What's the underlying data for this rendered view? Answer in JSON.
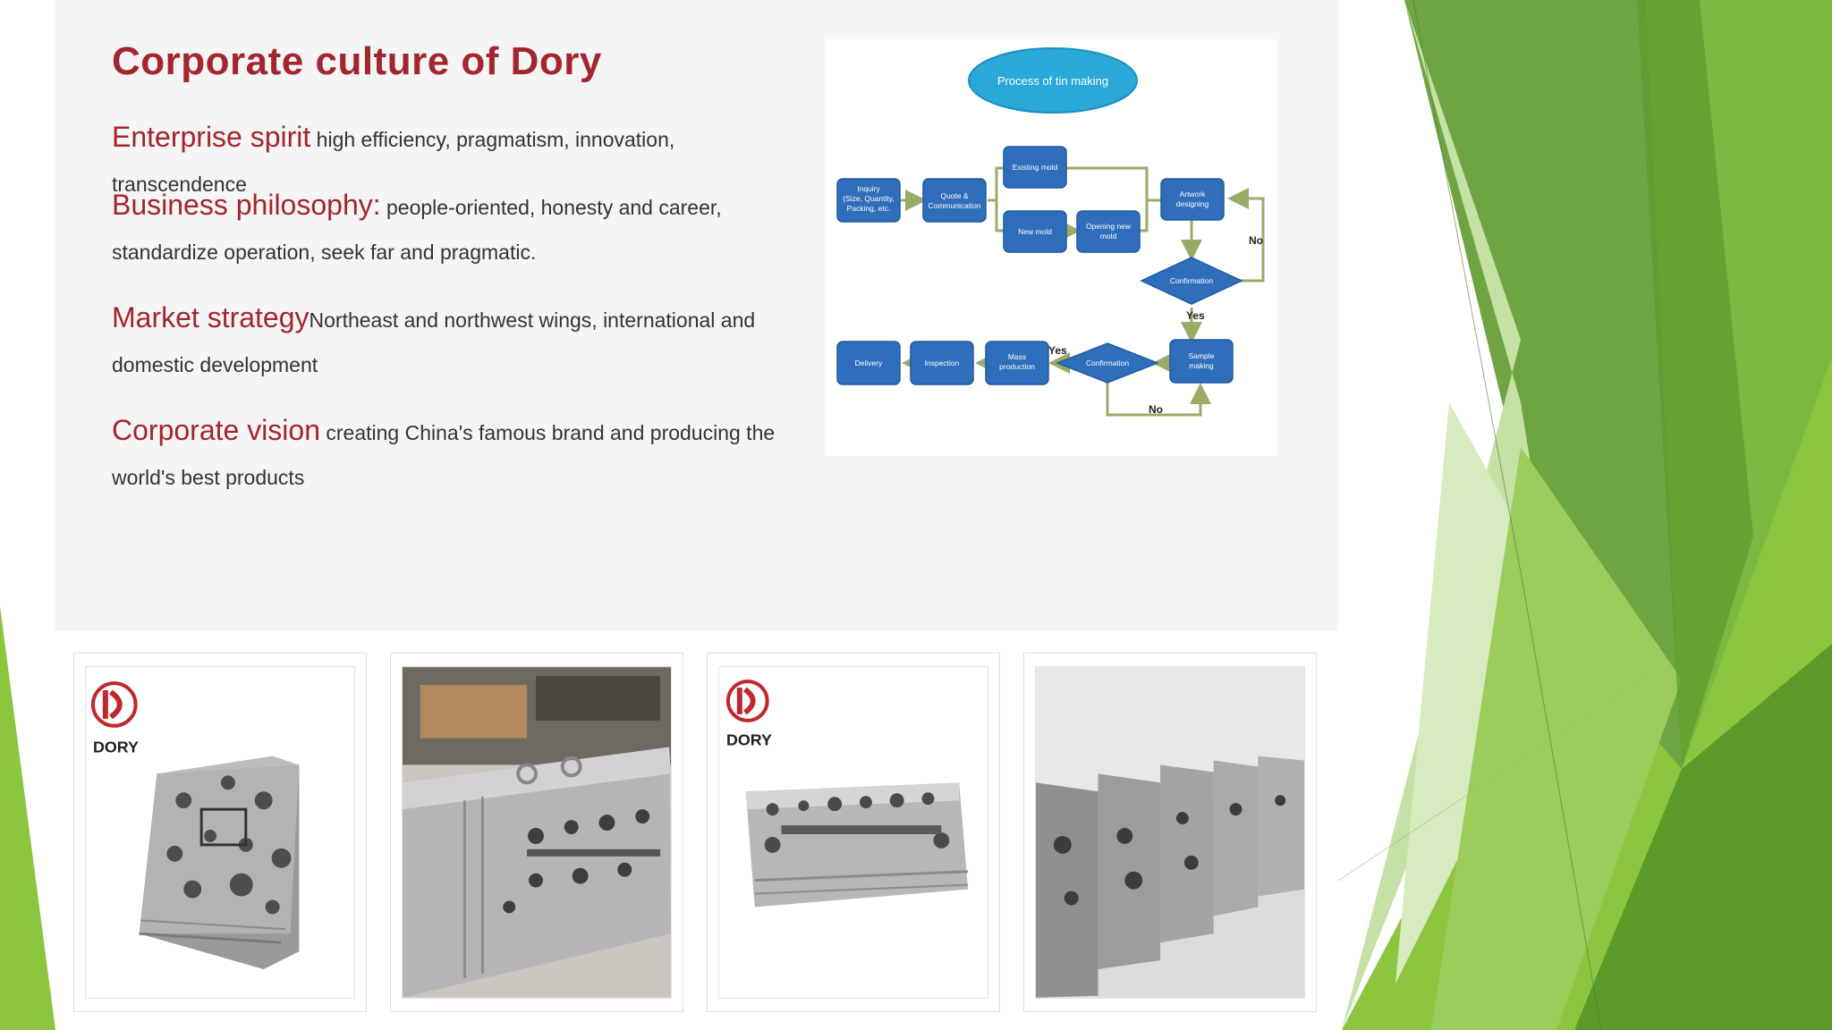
{
  "title": "Corporate culture of Dory",
  "paragraphs": [
    {
      "head": "Enterprise spirit",
      "body": " high efficiency, pragmatism, innovation, transcendence"
    },
    {
      "head": "Business philosophy:",
      "body": " people-oriented, honesty and career, standardize operation, seek far and pragmatic."
    },
    {
      "head": "Market strategy",
      "body": "Northeast and northwest wings, international and domestic development"
    },
    {
      "head": "Corporate vision",
      "body": " creating China's famous brand and producing the world's best products"
    }
  ],
  "flowchart": {
    "title": "Process of tin making",
    "boxes": {
      "inquiry": [
        "Inquiry",
        "(Size, Quantity,",
        "Packing, etc."
      ],
      "quote": [
        "Quote &",
        "Communication"
      ],
      "existing_mold": [
        "Existing mold"
      ],
      "new_mold": [
        "New mold"
      ],
      "opening_mold": [
        "Opening new",
        "mold"
      ],
      "artwork": [
        "Artwork",
        "designing"
      ],
      "confirmation_1": [
        "Confirmation"
      ],
      "sample_making": [
        "Sample",
        "making"
      ],
      "confirmation_2": [
        "Confirmation"
      ],
      "mass_production": [
        "Mass",
        "production"
      ],
      "inspection": [
        "Inspection"
      ],
      "delivery": [
        "Delivery"
      ]
    },
    "labels": {
      "no_1": "No",
      "yes_1": "Yes",
      "yes_2": "Yes",
      "no_2": "No"
    }
  },
  "gallery": {
    "brand": "DORY",
    "tiles": [
      "mold-photo-1",
      "mold-photo-2",
      "mold-photo-3",
      "mold-photo-4"
    ]
  },
  "colors": {
    "title_red": "#a3262e",
    "flow_blue": "#2f6ebb",
    "flow_title_cyan": "#2aa8d8",
    "arrow_green": "#9aab68",
    "accent_green_light": "#8cc63f",
    "accent_green_dark": "#5f9a2e"
  }
}
